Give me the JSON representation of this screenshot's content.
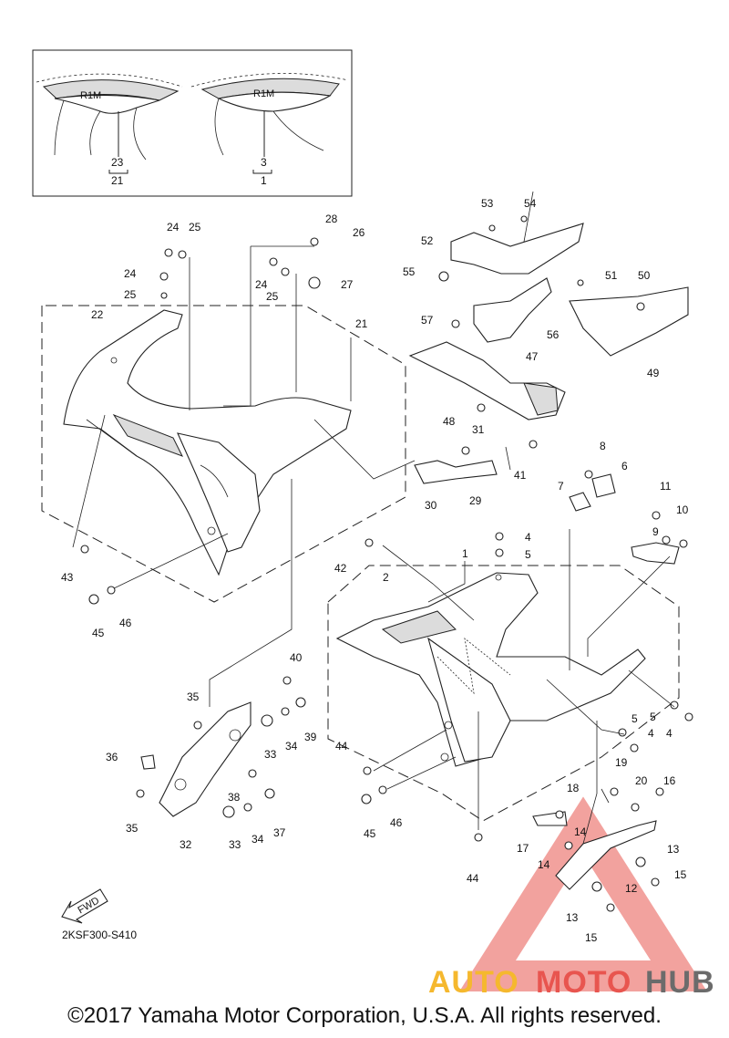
{
  "diagram": {
    "code": "2KSF300-S410",
    "copyright": "©2017 Yamaha Motor Corporation, U.S.A. All rights reserved.",
    "fwd_label": "FWD",
    "inset_labels": {
      "left_top": "23",
      "left_bottom": "21",
      "right_top": "3",
      "right_bottom": "1"
    },
    "decal_text": "R1M",
    "watermark": {
      "part1": "AUTO",
      "part2": "MOTO",
      "part3": "HUB",
      "color1": "#f5b82e",
      "color2": "#e8554f",
      "color3": "#6b6b6b"
    }
  },
  "parts": [
    {
      "id": "l24a",
      "text": "24"
    },
    {
      "id": "l25a",
      "text": "25"
    },
    {
      "id": "l24b",
      "text": "24"
    },
    {
      "id": "l25b",
      "text": "25"
    },
    {
      "id": "l22",
      "text": "22"
    },
    {
      "id": "l28",
      "text": "28"
    },
    {
      "id": "l26",
      "text": "26"
    },
    {
      "id": "l24c",
      "text": "24"
    },
    {
      "id": "l25c",
      "text": "25"
    },
    {
      "id": "l27",
      "text": "27"
    },
    {
      "id": "l21",
      "text": "21"
    },
    {
      "id": "l53",
      "text": "53"
    },
    {
      "id": "l54",
      "text": "54"
    },
    {
      "id": "l52",
      "text": "52"
    },
    {
      "id": "l55",
      "text": "55"
    },
    {
      "id": "l51",
      "text": "51"
    },
    {
      "id": "l50",
      "text": "50"
    },
    {
      "id": "l57",
      "text": "57"
    },
    {
      "id": "l56",
      "text": "56"
    },
    {
      "id": "l49",
      "text": "49"
    },
    {
      "id": "l47",
      "text": "47"
    },
    {
      "id": "l48",
      "text": "48"
    },
    {
      "id": "l31",
      "text": "31"
    },
    {
      "id": "l41",
      "text": "41"
    },
    {
      "id": "l8",
      "text": "8"
    },
    {
      "id": "l6",
      "text": "6"
    },
    {
      "id": "l7",
      "text": "7"
    },
    {
      "id": "l30",
      "text": "30"
    },
    {
      "id": "l29",
      "text": "29"
    },
    {
      "id": "l11",
      "text": "11"
    },
    {
      "id": "l10",
      "text": "10"
    },
    {
      "id": "l9",
      "text": "9"
    },
    {
      "id": "l4a",
      "text": "4"
    },
    {
      "id": "l5a",
      "text": "5"
    },
    {
      "id": "l43",
      "text": "43"
    },
    {
      "id": "l42",
      "text": "42"
    },
    {
      "id": "l1",
      "text": "1"
    },
    {
      "id": "l2",
      "text": "2"
    },
    {
      "id": "l45a",
      "text": "45"
    },
    {
      "id": "l46a",
      "text": "46"
    },
    {
      "id": "l40",
      "text": "40"
    },
    {
      "id": "l35a",
      "text": "35"
    },
    {
      "id": "l39",
      "text": "39"
    },
    {
      "id": "l33a",
      "text": "33"
    },
    {
      "id": "l34a",
      "text": "34"
    },
    {
      "id": "l36",
      "text": "36"
    },
    {
      "id": "l5b",
      "text": "5"
    },
    {
      "id": "l5c",
      "text": "5"
    },
    {
      "id": "l4b",
      "text": "4"
    },
    {
      "id": "l4c",
      "text": "4"
    },
    {
      "id": "l44a",
      "text": "44"
    },
    {
      "id": "l19",
      "text": "19"
    },
    {
      "id": "l20",
      "text": "20"
    },
    {
      "id": "l16",
      "text": "16"
    },
    {
      "id": "l38",
      "text": "38"
    },
    {
      "id": "l35b",
      "text": "35"
    },
    {
      "id": "l45b",
      "text": "45"
    },
    {
      "id": "l46b",
      "text": "46"
    },
    {
      "id": "l18",
      "text": "18"
    },
    {
      "id": "l14a",
      "text": "14"
    },
    {
      "id": "l17",
      "text": "17"
    },
    {
      "id": "l14b",
      "text": "14"
    },
    {
      "id": "l13a",
      "text": "13"
    },
    {
      "id": "l37",
      "text": "37"
    },
    {
      "id": "l32",
      "text": "32"
    },
    {
      "id": "l33b",
      "text": "33"
    },
    {
      "id": "l34b",
      "text": "34"
    },
    {
      "id": "l44b",
      "text": "44"
    },
    {
      "id": "l12",
      "text": "12"
    },
    {
      "id": "l15a",
      "text": "15"
    },
    {
      "id": "l13b",
      "text": "13"
    },
    {
      "id": "l15b",
      "text": "15"
    }
  ]
}
